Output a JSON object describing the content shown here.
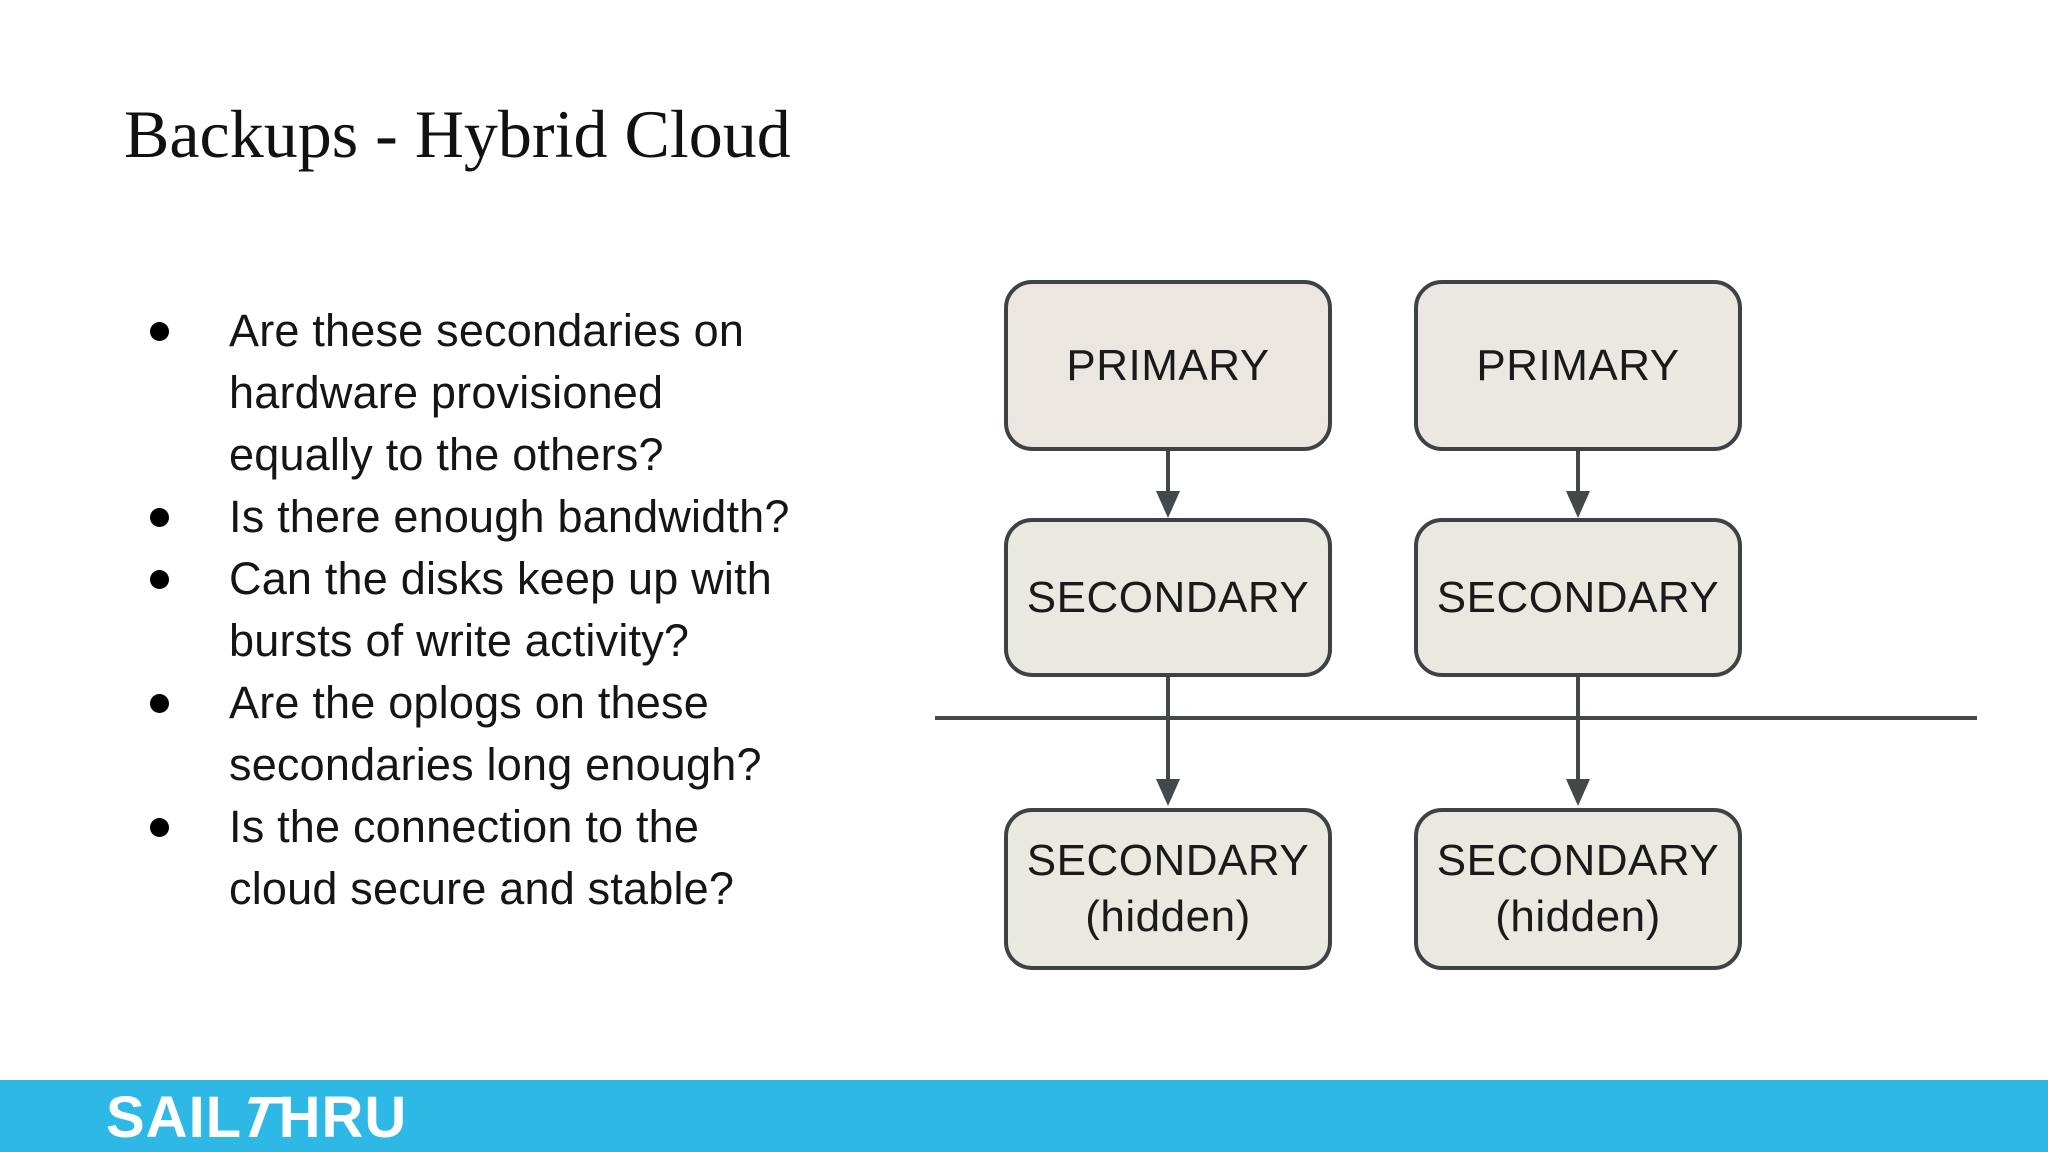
{
  "slide": {
    "title": "Backups - Hybrid Cloud",
    "bullets": [
      {
        "lines": [
          "Are these secondaries on",
          "hardware provisioned",
          "equally to the others?"
        ]
      },
      {
        "lines": [
          "Is there enough bandwidth?"
        ]
      },
      {
        "lines": [
          "Can the disks keep up with",
          "bursts of write activity?"
        ]
      },
      {
        "lines": [
          "Are the oplogs on these",
          "secondaries long enough?"
        ]
      },
      {
        "lines": [
          "Is the connection to the",
          "cloud secure and stable?"
        ]
      }
    ]
  },
  "diagram": {
    "replica_sets": [
      {
        "primary": "PRIMARY",
        "secondary": "SECONDARY",
        "hidden_line1": "SECONDARY",
        "hidden_line2": "(hidden)"
      },
      {
        "primary": "PRIMARY",
        "secondary": "SECONDARY",
        "hidden_line1": "SECONDARY",
        "hidden_line2": "(hidden)"
      }
    ]
  },
  "footer": {
    "logo_pre": "SAIL",
    "logo_slant": "T",
    "logo_post": "HRU"
  },
  "colors": {
    "background": "#ffffff",
    "title_text": "#111111",
    "body_text": "#151515",
    "box_border": "#3f4245",
    "primary_box_fill_left": "#ece6e0",
    "primary_box_fill_right": "#eae8e0",
    "secondary_box_fill": "#e9e9e0",
    "arrow_line": "#45484b",
    "footer_bar": "#2db8e5",
    "logo_text": "#ffffff"
  }
}
